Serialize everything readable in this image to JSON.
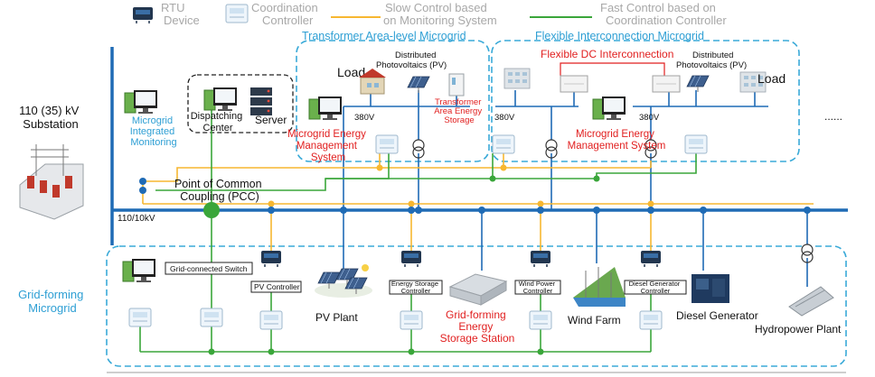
{
  "legend": {
    "rtu": "RTU\nDevice",
    "coord": "Coordination\nController",
    "slow": "Slow Control based\non Monitoring System",
    "fast": "Fast Control based on\nCoordination Controller"
  },
  "substation": "110 (35) kV\nSubstation",
  "transformer_mg": {
    "title": "Transformer Area-level Microgrid",
    "load": "Load",
    "pv": "Distributed\nPhotovoltaics (PV)",
    "storage": "Transformer\nArea Energy\nStorage",
    "v380": "380V",
    "mems": "Microgrid Energy\nManagement\nSystem"
  },
  "flexible_mg": {
    "title": "Flexible Interconnection Microgrid",
    "dc": "Flexible DC Interconnection",
    "pv": "Distributed\nPhotovoltaics (PV)",
    "load": "Load",
    "v380a": "380V",
    "v380b": "380V",
    "mems": "Microgrid Energy\nManagement System",
    "ellipsis": "......"
  },
  "monitoring": "Microgrid\nIntegrated\nMonitoring",
  "dispatch": "Dispatching\nCenter",
  "server": "Server",
  "pcc": "Point of Common\nCoupling (PCC)",
  "bus": "110/10kV",
  "grid_forming": {
    "title": "Grid-forming\nMicrogrid",
    "switch": "Grid-connected Switch",
    "pv_ctrl": "PV Controller",
    "pv_plant": "PV Plant",
    "es_ctrl": "Energy Storage\nController",
    "es_station": "Grid-forming\nEnergy\nStorage Station",
    "wind_ctrl": "Wind Power\nController",
    "wind_farm": "Wind Farm",
    "diesel_ctrl": "Diesel Generator\nController",
    "diesel": "Diesel Generator",
    "hydro": "Hydropower Plant"
  },
  "colors": {
    "bus": "#1f6bb5",
    "slow": "#f7b731",
    "fast": "#3aa63a",
    "title": "#2e9fd4",
    "highlight": "#e11f1f"
  }
}
